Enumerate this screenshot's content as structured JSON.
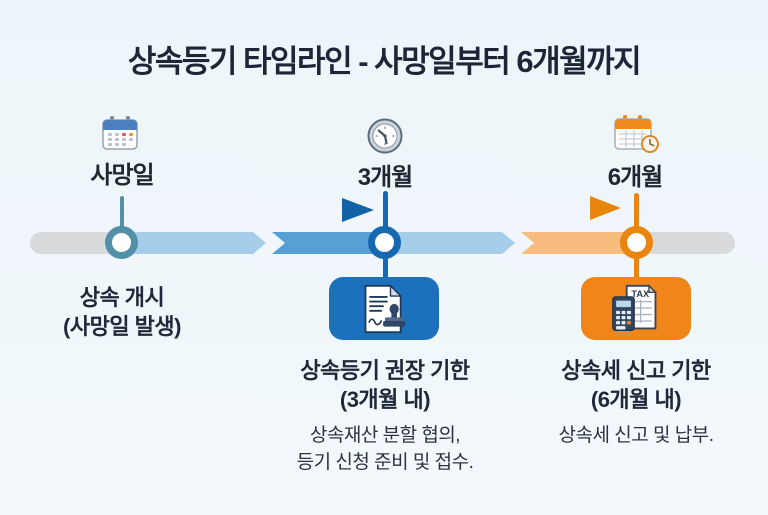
{
  "title": "상속등기 타임라인 - 사망일부터 6개월까지",
  "milestones": [
    {
      "label": "사망일",
      "icon": "calendar-icon"
    },
    {
      "label": "3개월",
      "icon": "clock-icon"
    },
    {
      "label": "6개월",
      "icon": "calendar-clock-icon"
    }
  ],
  "events": [
    {
      "line1": "상속 개시",
      "line2": "(사망일 발생)"
    },
    {
      "title1": "상속등기 권장 기한",
      "title2": "(3개월 내)",
      "desc1": "상속재산 분할 협의,",
      "desc2": "등기 신청 준비 및 접수.",
      "icon": "document-stamp-icon"
    },
    {
      "title1": "상속세 신고 기한",
      "title2": "(6개월 내)",
      "desc1": "상속세 신고 및 납부.",
      "icon": "tax-calculator-icon",
      "icon_label": "TAX"
    }
  ],
  "colors": {
    "background": "#eff6fb",
    "title_text": "#1d2636",
    "gray_bar": "#d8dadc",
    "light_blue_segment": "#a6cde9",
    "medium_blue_segment": "#57a0d6",
    "light_orange_segment": "#f8bd7e",
    "teal_node": "#5290a8",
    "blue_node": "#1668b1",
    "orange_node": "#ea850f",
    "arrow_blue": "#1263a6",
    "arrow_orange": "#e8850d",
    "blue_box": "#1b71bc",
    "orange_box": "#f08519"
  }
}
